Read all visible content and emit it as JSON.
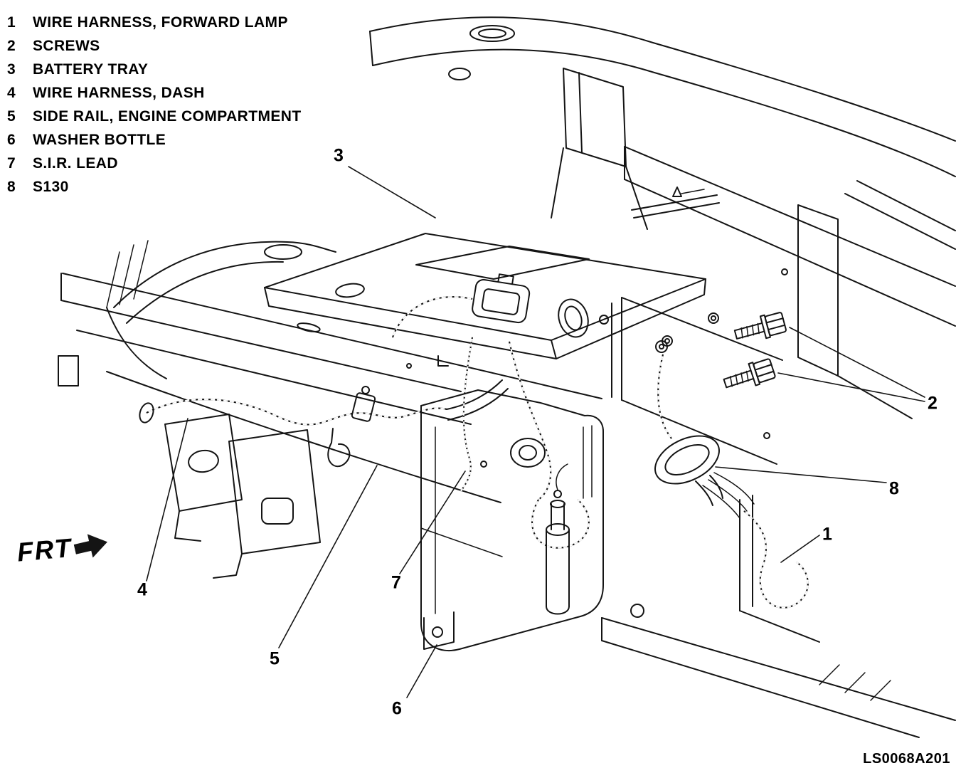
{
  "legend": {
    "items": [
      {
        "num": "1",
        "label": "WIRE HARNESS, FORWARD LAMP"
      },
      {
        "num": "2",
        "label": "SCREWS"
      },
      {
        "num": "3",
        "label": "BATTERY TRAY"
      },
      {
        "num": "4",
        "label": "WIRE HARNESS, DASH"
      },
      {
        "num": "5",
        "label": "SIDE RAIL, ENGINE COMPARTMENT"
      },
      {
        "num": "6",
        "label": "WASHER BOTTLE"
      },
      {
        "num": "7",
        "label": "S.I.R. LEAD"
      },
      {
        "num": "8",
        "label": "S130"
      }
    ]
  },
  "callouts": {
    "n1": "1",
    "n2": "2",
    "n3": "3",
    "n4": "4",
    "n5": "5",
    "n6": "6",
    "n7": "7",
    "n8": "8"
  },
  "annotations": {
    "frt_label": "FRT",
    "figure_code": "LS0068A201"
  }
}
